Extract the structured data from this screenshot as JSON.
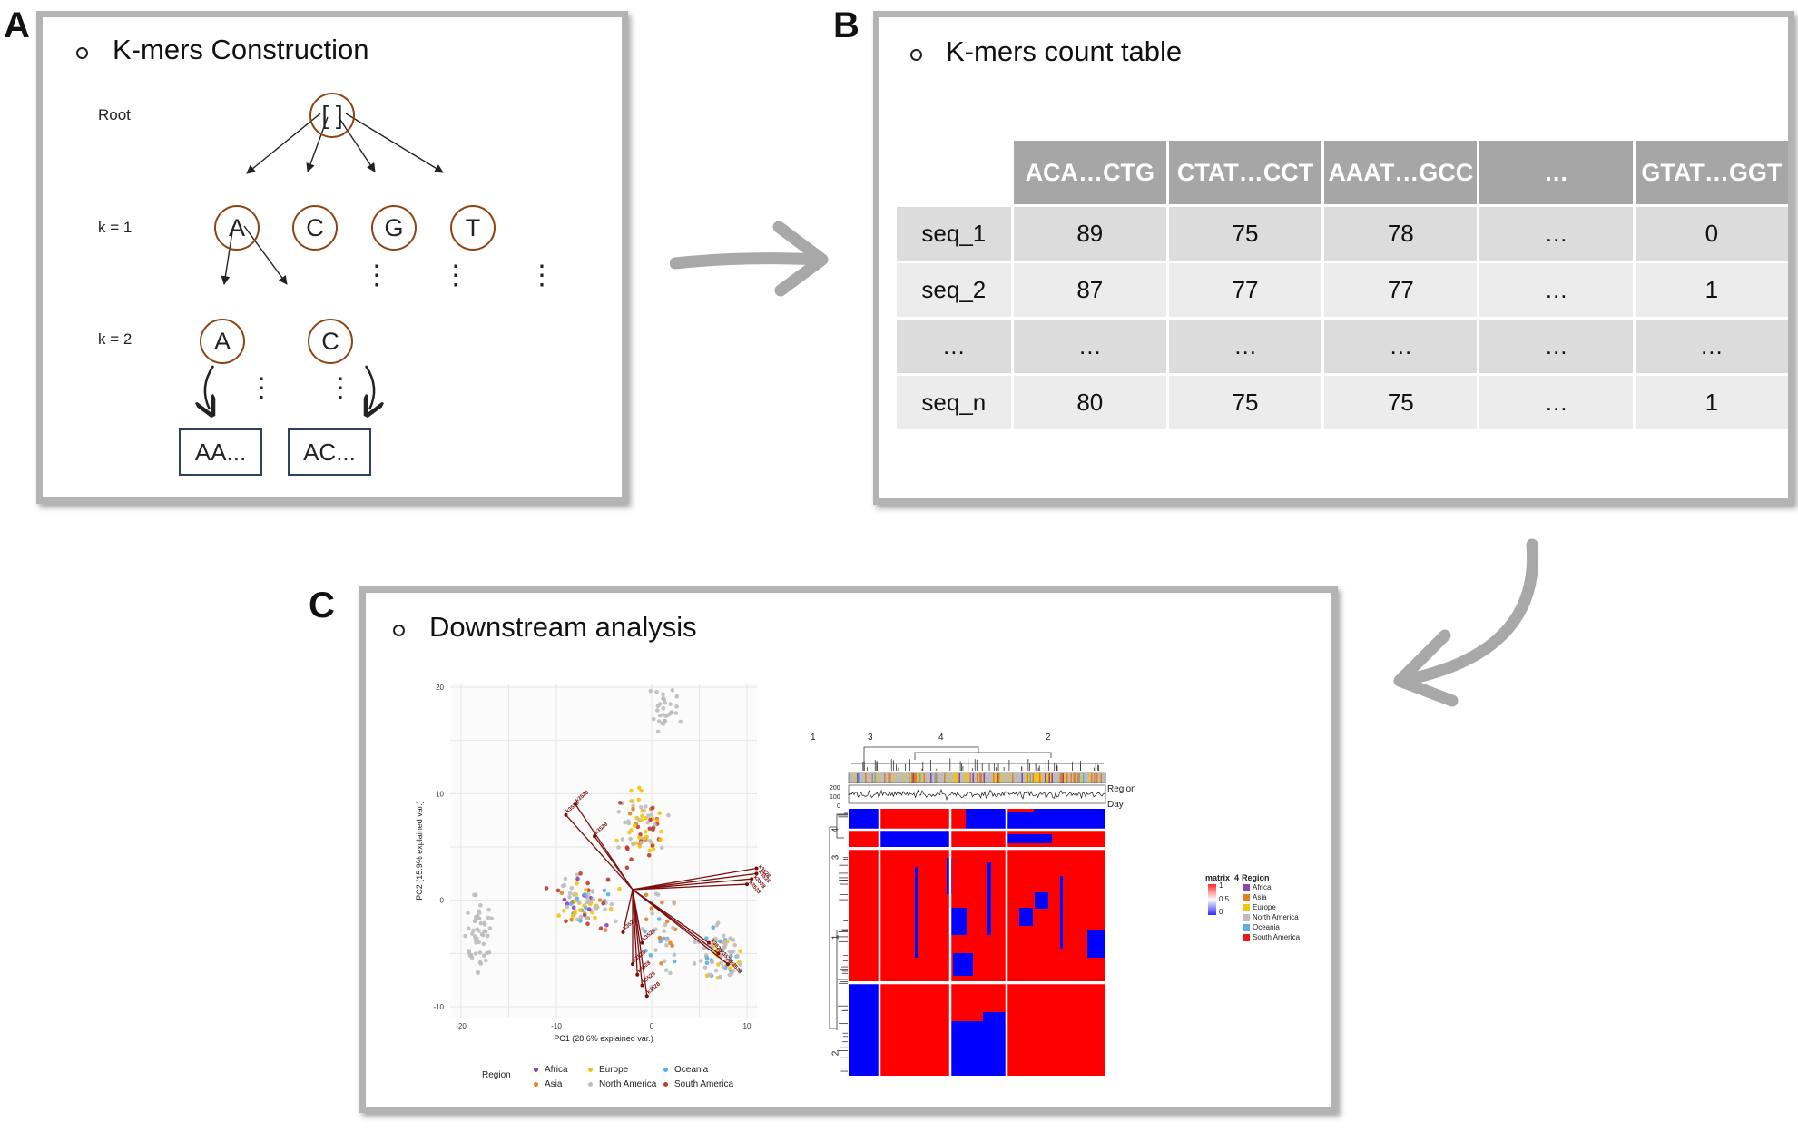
{
  "panels": {
    "a": {
      "label": "A",
      "title": "K-mers Construction",
      "levels": [
        "Root",
        "k = 1",
        "k = 2"
      ],
      "root_node": "[ ]",
      "k1_nodes": [
        "A",
        "C",
        "G",
        "T"
      ],
      "k2_nodes": [
        "A",
        "C"
      ],
      "ellipsis": "⋮",
      "leaves": [
        "AA...",
        "AC..."
      ]
    },
    "b": {
      "label": "B",
      "title": "K-mers count table",
      "columns": [
        "ACA…CTG",
        "CTAT…CCT",
        "AAAT…GCC",
        "…",
        "GTAT…GGT"
      ],
      "rows": [
        {
          "name": "seq_1",
          "values": [
            "89",
            "75",
            "78",
            "…",
            "0"
          ]
        },
        {
          "name": "seq_2",
          "values": [
            "87",
            "77",
            "77",
            "…",
            "1"
          ]
        },
        {
          "name": "…",
          "values": [
            "…",
            "…",
            "…",
            "…",
            "…"
          ]
        },
        {
          "name": "seq_n",
          "values": [
            "80",
            "75",
            "75",
            "…",
            "1"
          ]
        }
      ]
    },
    "c": {
      "label": "C",
      "title": "Downstream analysis",
      "pca": {
        "xlabel": "PC1 (28.6% explained var.)",
        "ylabel": "PC2 (15.9% explained var.)",
        "xticks": [
          "-20",
          "-10",
          "0",
          "10"
        ],
        "yticks": [
          "20",
          "10",
          "0",
          "-10"
        ],
        "vector_label": "k3528",
        "legend_title": "Region",
        "legend": [
          {
            "name": "Africa",
            "color": "#8e44ad"
          },
          {
            "name": "Europe",
            "color": "#f1c40f"
          },
          {
            "name": "Oceania",
            "color": "#5dade2"
          },
          {
            "name": "Asia",
            "color": "#e67e22"
          },
          {
            "name": "North America",
            "color": "#bdbdbd"
          },
          {
            "name": "South America",
            "color": "#c0392b"
          }
        ]
      },
      "heatmap": {
        "col_clusters": [
          "1",
          "3",
          "4",
          "2"
        ],
        "row_clusters": [
          "4",
          "3",
          "1",
          "2"
        ],
        "annotations": [
          "Region",
          "Day"
        ],
        "day_ticks": [
          "200",
          "100",
          "0"
        ],
        "scale_title": "matrix_4",
        "scale_ticks": [
          "1",
          "0.5",
          "0"
        ],
        "legend_title": "Region",
        "legend": [
          {
            "name": "Africa",
            "color": "#8e44ad"
          },
          {
            "name": "Asia",
            "color": "#e67e22"
          },
          {
            "name": "Europe",
            "color": "#f1c40f"
          },
          {
            "name": "North America",
            "color": "#bdbdbd"
          },
          {
            "name": "Oceania",
            "color": "#5dade2"
          },
          {
            "name": "South America",
            "color": "#e41a1c"
          }
        ]
      }
    }
  }
}
